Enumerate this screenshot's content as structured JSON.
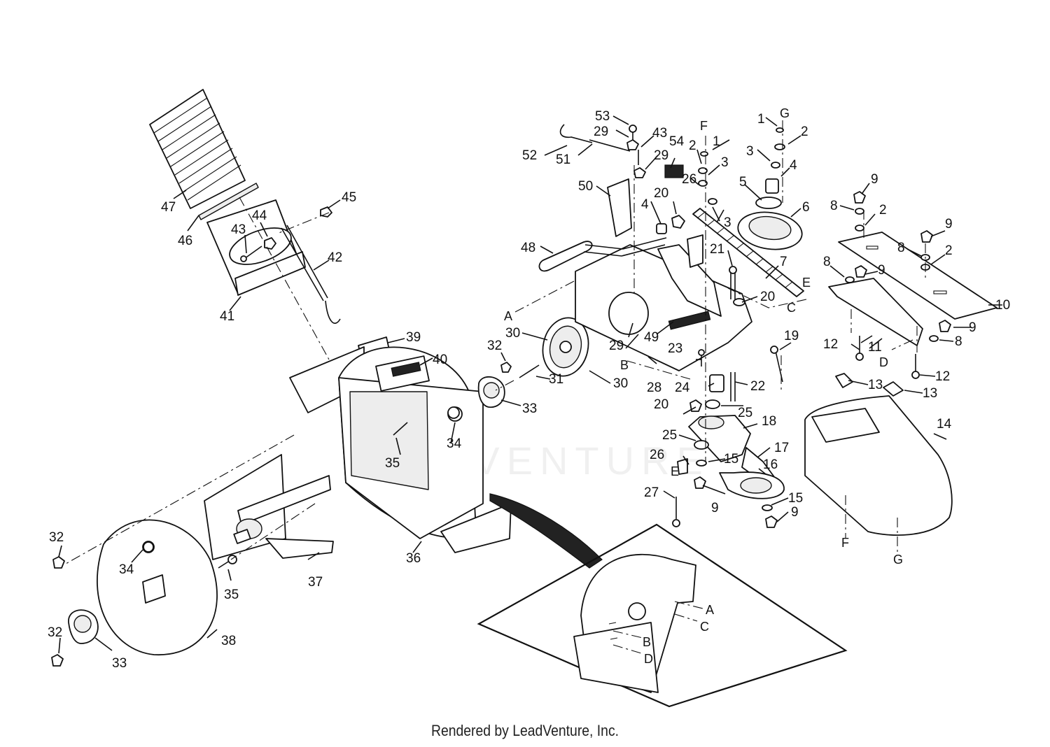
{
  "footer": "Rendered by LeadVenture, Inc.",
  "watermark": "LEADVENTURE",
  "colors": {
    "ink": "#111111",
    "paper": "#ffffff"
  },
  "callouts": [
    {
      "id": "c1",
      "text": "1"
    },
    {
      "id": "c2",
      "text": "2"
    },
    {
      "id": "c3",
      "text": "3"
    },
    {
      "id": "c4",
      "text": "4"
    },
    {
      "id": "c5",
      "text": "5"
    },
    {
      "id": "c6",
      "text": "6"
    },
    {
      "id": "c7",
      "text": "7"
    },
    {
      "id": "c8",
      "text": "8"
    },
    {
      "id": "c9",
      "text": "9"
    },
    {
      "id": "c10",
      "text": "10"
    },
    {
      "id": "c11",
      "text": "11"
    },
    {
      "id": "c12",
      "text": "12"
    },
    {
      "id": "c13",
      "text": "13"
    },
    {
      "id": "c14",
      "text": "14"
    },
    {
      "id": "c15",
      "text": "15"
    },
    {
      "id": "c16",
      "text": "16"
    },
    {
      "id": "c17",
      "text": "17"
    },
    {
      "id": "c18",
      "text": "18"
    },
    {
      "id": "c19",
      "text": "19"
    },
    {
      "id": "c20",
      "text": "20"
    },
    {
      "id": "c21",
      "text": "21"
    },
    {
      "id": "c22",
      "text": "22"
    },
    {
      "id": "c23",
      "text": "23"
    },
    {
      "id": "c24",
      "text": "24"
    },
    {
      "id": "c25",
      "text": "25"
    },
    {
      "id": "c26",
      "text": "26"
    },
    {
      "id": "c27",
      "text": "27"
    },
    {
      "id": "c28",
      "text": "28"
    },
    {
      "id": "c29",
      "text": "29"
    },
    {
      "id": "c30",
      "text": "30"
    },
    {
      "id": "c31",
      "text": "31"
    },
    {
      "id": "c32",
      "text": "32"
    },
    {
      "id": "c33",
      "text": "33"
    },
    {
      "id": "c34",
      "text": "34"
    },
    {
      "id": "c35",
      "text": "35"
    },
    {
      "id": "c36",
      "text": "36"
    },
    {
      "id": "c37",
      "text": "37"
    },
    {
      "id": "c38",
      "text": "38"
    },
    {
      "id": "c39",
      "text": "39"
    },
    {
      "id": "c40",
      "text": "40"
    },
    {
      "id": "c41",
      "text": "41"
    },
    {
      "id": "c42",
      "text": "42"
    },
    {
      "id": "c43",
      "text": "43"
    },
    {
      "id": "c44",
      "text": "44"
    },
    {
      "id": "c45",
      "text": "45"
    },
    {
      "id": "c46",
      "text": "46"
    },
    {
      "id": "c47",
      "text": "47"
    },
    {
      "id": "c48",
      "text": "48"
    },
    {
      "id": "c49",
      "text": "49"
    },
    {
      "id": "c50",
      "text": "50"
    },
    {
      "id": "c51",
      "text": "51"
    },
    {
      "id": "c52",
      "text": "52"
    },
    {
      "id": "c53",
      "text": "53"
    },
    {
      "id": "c54",
      "text": "54"
    }
  ],
  "refs": {
    "A": "A",
    "B": "B",
    "C": "C",
    "D": "D",
    "E": "E",
    "F": "F",
    "G": "G"
  }
}
